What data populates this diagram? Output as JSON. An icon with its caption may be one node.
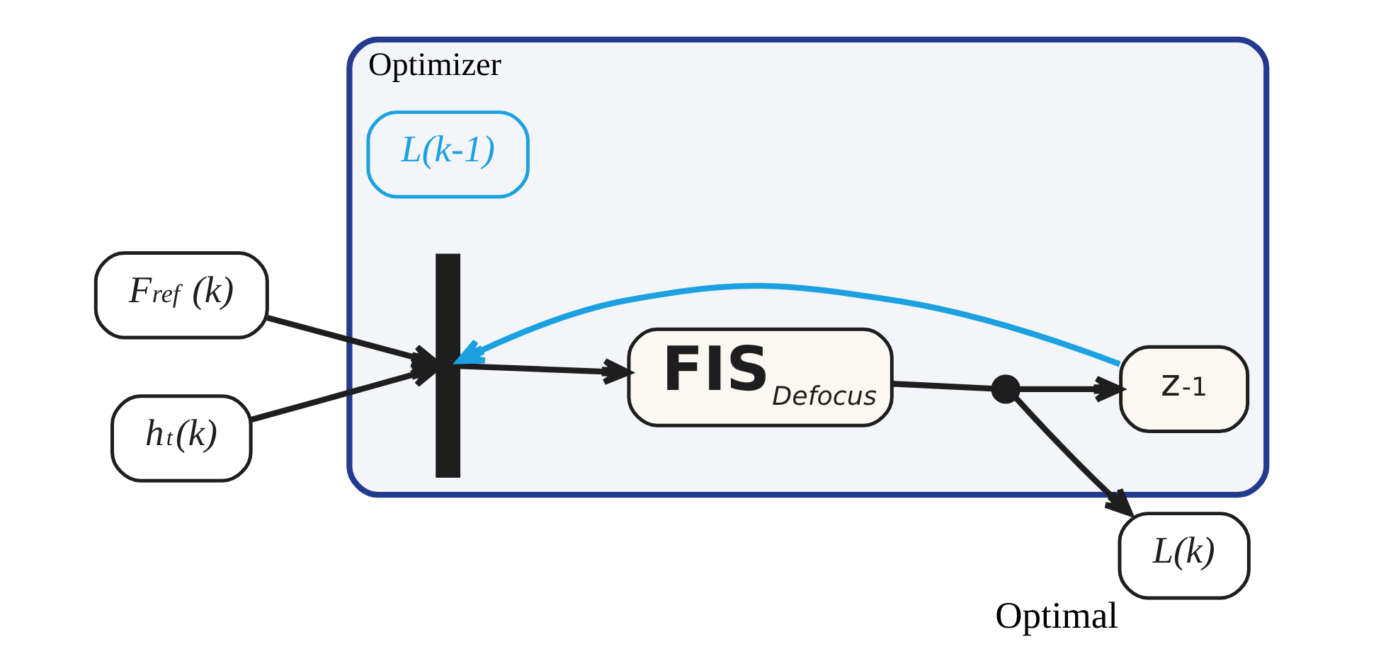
{
  "diagram": {
    "nodes": [
      {
        "text": [
          "Optimizer"
        ]
      },
      {
        "text": [
          "F$^{ref}$ (k)"
        ]
      },
      {
        "text": [
          "h$_{t}$(k)"
        ]
      },
      {
        "text": [
          "L(k-1)"
        ],
        "in": 0
      },
      {
        "text": [],
        "shape": "bar",
        "in": 0
      },
      {
        "text": [
          "FIS",
          "Defocus"
        ],
        "in": 0
      },
      {
        "text": [],
        "shape": "circle",
        "in": 0
      },
      {
        "text": [
          "z$^{-1}$"
        ],
        "in": 0
      },
      {
        "text": [
          "L(k)"
        ],
        "beside": [
          "Optimal"
        ]
      }
    ],
    "edges": [
      {
        "from": 1,
        "to": 4,
        "arrow": "to"
      },
      {
        "from": 2,
        "to": 4,
        "arrow": "to"
      },
      {
        "from": 4,
        "to": 5,
        "arrow": "to"
      },
      {
        "from": 5,
        "to": 6,
        "arrow": "none"
      },
      {
        "from": 6,
        "to": 8,
        "arrow": "to"
      },
      {
        "from": 6,
        "to": 7,
        "arrow": "to"
      },
      {
        "from": 7,
        "to": 4,
        "arrow": "to",
        "color": "#1ba1e2"
      }
    ]
  }
}
